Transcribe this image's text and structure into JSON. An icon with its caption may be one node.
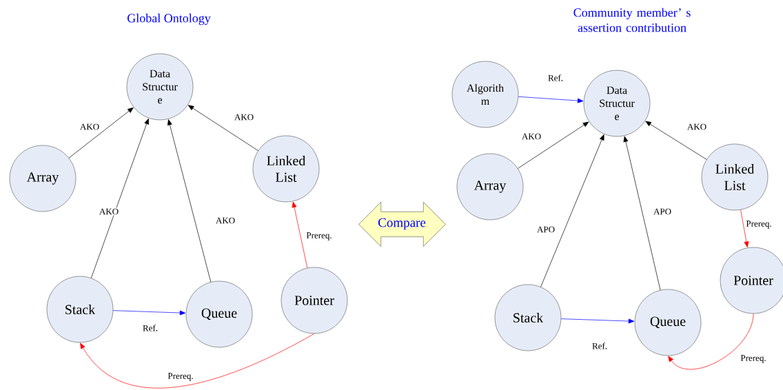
{
  "diagram": {
    "nodes": [
      {
        "text": [
          "Data Structur e"
        ]
      },
      {
        "text": [
          "Array"
        ]
      },
      {
        "text": [
          "Linked List"
        ]
      },
      {
        "text": [
          "Stack"
        ]
      },
      {
        "text": [
          "Queue"
        ]
      },
      {
        "text": [
          "Pointer"
        ]
      },
      {
        "text": [
          "Algorith m"
        ]
      },
      {
        "text": [
          "Data Structur e"
        ]
      },
      {
        "text": [
          "Array"
        ]
      },
      {
        "text": [
          "Linked List"
        ]
      },
      {
        "text": [
          "Stack"
        ]
      },
      {
        "text": [
          "Queue"
        ]
      },
      {
        "text": [
          "Pointer"
        ]
      }
    ],
    "edges": [
      {
        "from": 1,
        "to": 0,
        "arrow": "to",
        "label": "AKO"
      },
      {
        "from": 3,
        "to": 0,
        "arrow": "to",
        "label": "AKO"
      },
      {
        "from": 4,
        "to": 0,
        "arrow": "to",
        "label": "AKO"
      },
      {
        "from": 2,
        "to": 0,
        "arrow": "to",
        "label": "AKO"
      },
      {
        "from": 3,
        "to": 4,
        "arrow": "to",
        "label": "Ref.",
        "color": "#0000ff"
      },
      {
        "from": 5,
        "to": 2,
        "arrow": "to",
        "label": "Prereq.",
        "color": "#ff0000"
      },
      {
        "from": 5,
        "to": 3,
        "arrow": "to",
        "label": "Prereq.",
        "color": "#ff0000"
      },
      {
        "from": 5,
        "to": 8,
        "arrow": "both",
        "label": "Compare",
        "style": "thick",
        "color": "#ffffc0"
      },
      {
        "from": 6,
        "to": 7,
        "arrow": "to",
        "label": "Ref.",
        "color": "#0000ff"
      },
      {
        "from": 8,
        "to": 7,
        "arrow": "to",
        "label": "AKO"
      },
      {
        "from": 10,
        "to": 7,
        "arrow": "to",
        "label": "APO"
      },
      {
        "from": 11,
        "to": 7,
        "arrow": "to",
        "label": "APO"
      },
      {
        "from": 9,
        "to": 7,
        "arrow": "to",
        "label": "AKO"
      },
      {
        "from": 9,
        "to": 12,
        "arrow": "to",
        "label": "Prereq.",
        "color": "#ff0000"
      },
      {
        "from": 10,
        "to": 11,
        "arrow": "to",
        "label": "Ref.",
        "color": "#0000ff"
      },
      {
        "from": 12,
        "to": 11,
        "arrow": "to",
        "label": "Prereq.",
        "color": "#ff0000"
      }
    ],
    "labels": [
      "Global Ontology",
      "Community member’ s assertion contribution"
    ]
  }
}
